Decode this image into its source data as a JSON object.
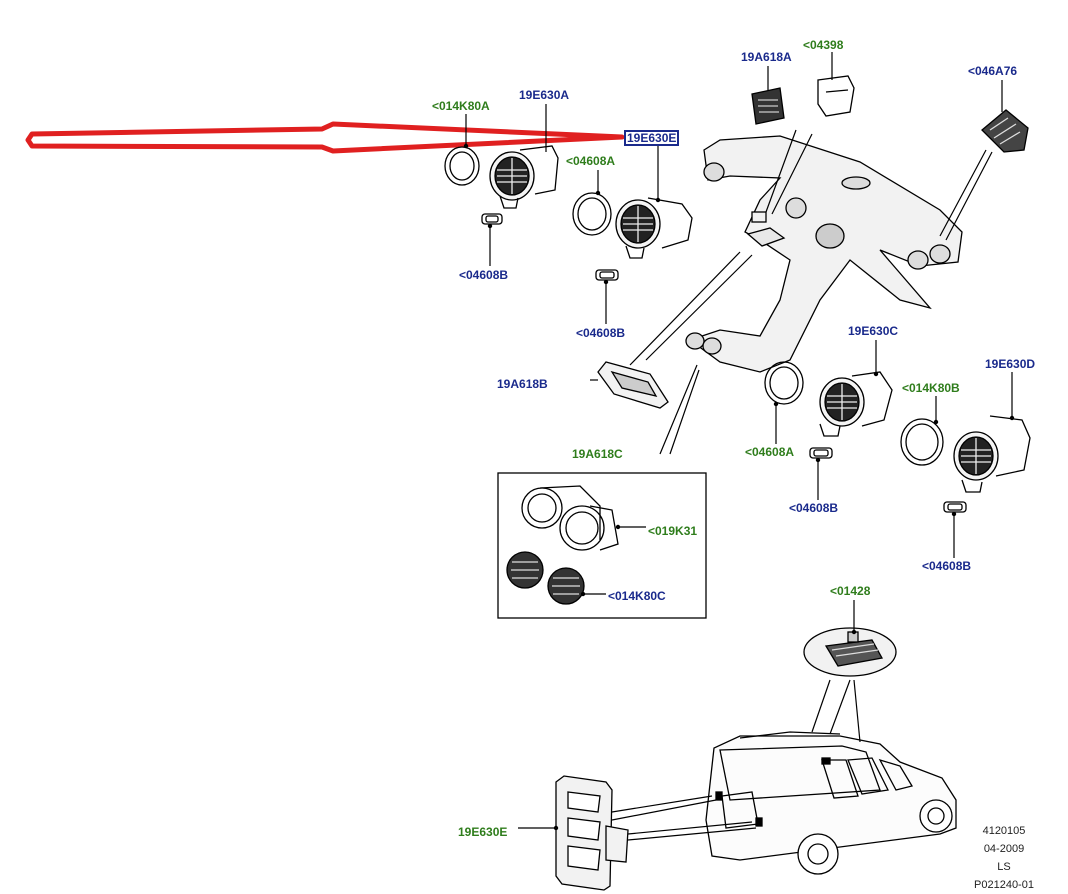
{
  "colors": {
    "part_number": "#1a2a8c",
    "reference": "#2f7d1c",
    "arrow": "#e02020",
    "line": "#000000"
  },
  "labels": {
    "l014K80A": "<014K80A",
    "l19E630A": "19E630A",
    "l19E630E_top": "19E630E",
    "l04608A_1": "<04608A",
    "l04608B_1": "<04608B",
    "l04608B_2": "<04608B",
    "l19A618A": "19A618A",
    "l04398": "<04398",
    "l046A76": "<046A76",
    "l19A618B": "19A618B",
    "l19E630C": "19E630C",
    "l014K80B": "<014K80B",
    "l19E630D": "19E630D",
    "l04608A_2": "<04608A",
    "l04608B_3": "<04608B",
    "l04608B_4": "<04608B",
    "l19A618C": "19A618C",
    "l019K31": "<019K31",
    "l014K80C": "<014K80C",
    "l01428": "<01428",
    "l19E630E_bottom": "19E630E"
  },
  "info_block": {
    "line1": "4120105",
    "line2": "04-2009",
    "line3": "LS",
    "line4": "P021240-01"
  }
}
